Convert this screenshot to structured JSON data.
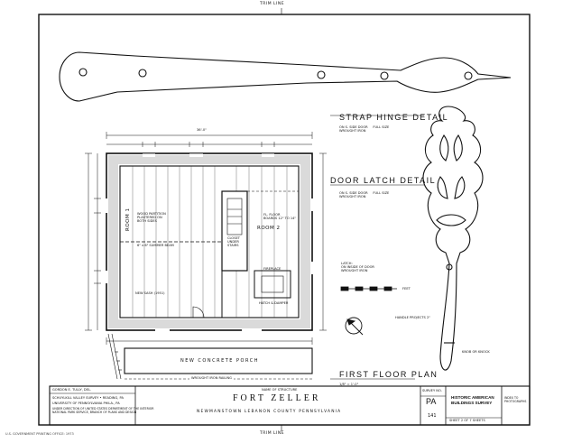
{
  "trim_line_top": "TRIM LINE",
  "trim_line_bottom": "TRIM LINE",
  "stamp": "U.S. GOVERNMENT PRINTING OFFICE: 1973",
  "strap_hinge": {
    "title": "STRAP HINGE DETAIL",
    "note": "ON S. SIDE DOOR     FULL SIZE\nWROUGHT IRON"
  },
  "door_latch": {
    "title": "DOOR LATCH DETAIL",
    "note": "ON S. SIDE DOOR     FULL SIZE\nWROUGHT IRON",
    "latch_note": "LATCH:\nON INSIDE OF DOOR\nWROUGHT IRON",
    "scale_label": "FEET",
    "handle_label": "HANDLE PROJECTS 2\"",
    "knob_label": "KNOB OR KNOCK"
  },
  "plan": {
    "overall_width": "36'-0\"",
    "room1": "ROOM 1",
    "room2": "ROOM 2",
    "porch_label": "NEW CONCRETE PORCH",
    "railing_label": "WROUGHT IRON RAILING",
    "notes": {
      "stair": "6\" x 6\" SUMMER BEAM",
      "closet": "CLOSET UNDER STAIRS",
      "new_sash": "NEW SASH (1951)",
      "fireplace": "FIREPLACE",
      "hatch": "HATCH & DAMPER",
      "floor": "FL. FLOOR\nBOARDS 12\" TO 14\"",
      "wood_partition": "WOOD PARTITION\nPLASTERED ON\nBOTH SIDES"
    },
    "title": "FIRST FLOOR PLAN",
    "scale": "1/8\" = 1'-0\""
  },
  "title_block": {
    "drawn_by": "GORDON E. TULLY, DEL.",
    "office_1": "SCHUYLKILL VALLEY SURVEY • READING, PA",
    "office_2": "UNIVERSITY OF PENNSYLVANIA   PHILA., PA",
    "office_3": "UNDER DIRECTION OF UNITED STATES DEPARTMENT OF THE INTERIOR\nNATIONAL PARK SERVICE, BRANCH OF PLANS AND DESIGN",
    "name_of_structure_label": "NAME OF STRUCTURE",
    "structure_name": "FORT ZELLER",
    "location": "NEWMANSTOWN      LEBANON COUNTY      PENNSYLVANIA",
    "survey_no_label": "SURVEY NO.",
    "state": "PA",
    "survey_no": "141",
    "habs_line1": "HISTORIC AMERICAN",
    "habs_line2": "BUILDINGS SURVEY",
    "sheet": "SHEET 2 OF 7 SHEETS",
    "index_label": "INDEX TO\nPHOTOGRAPHS"
  }
}
